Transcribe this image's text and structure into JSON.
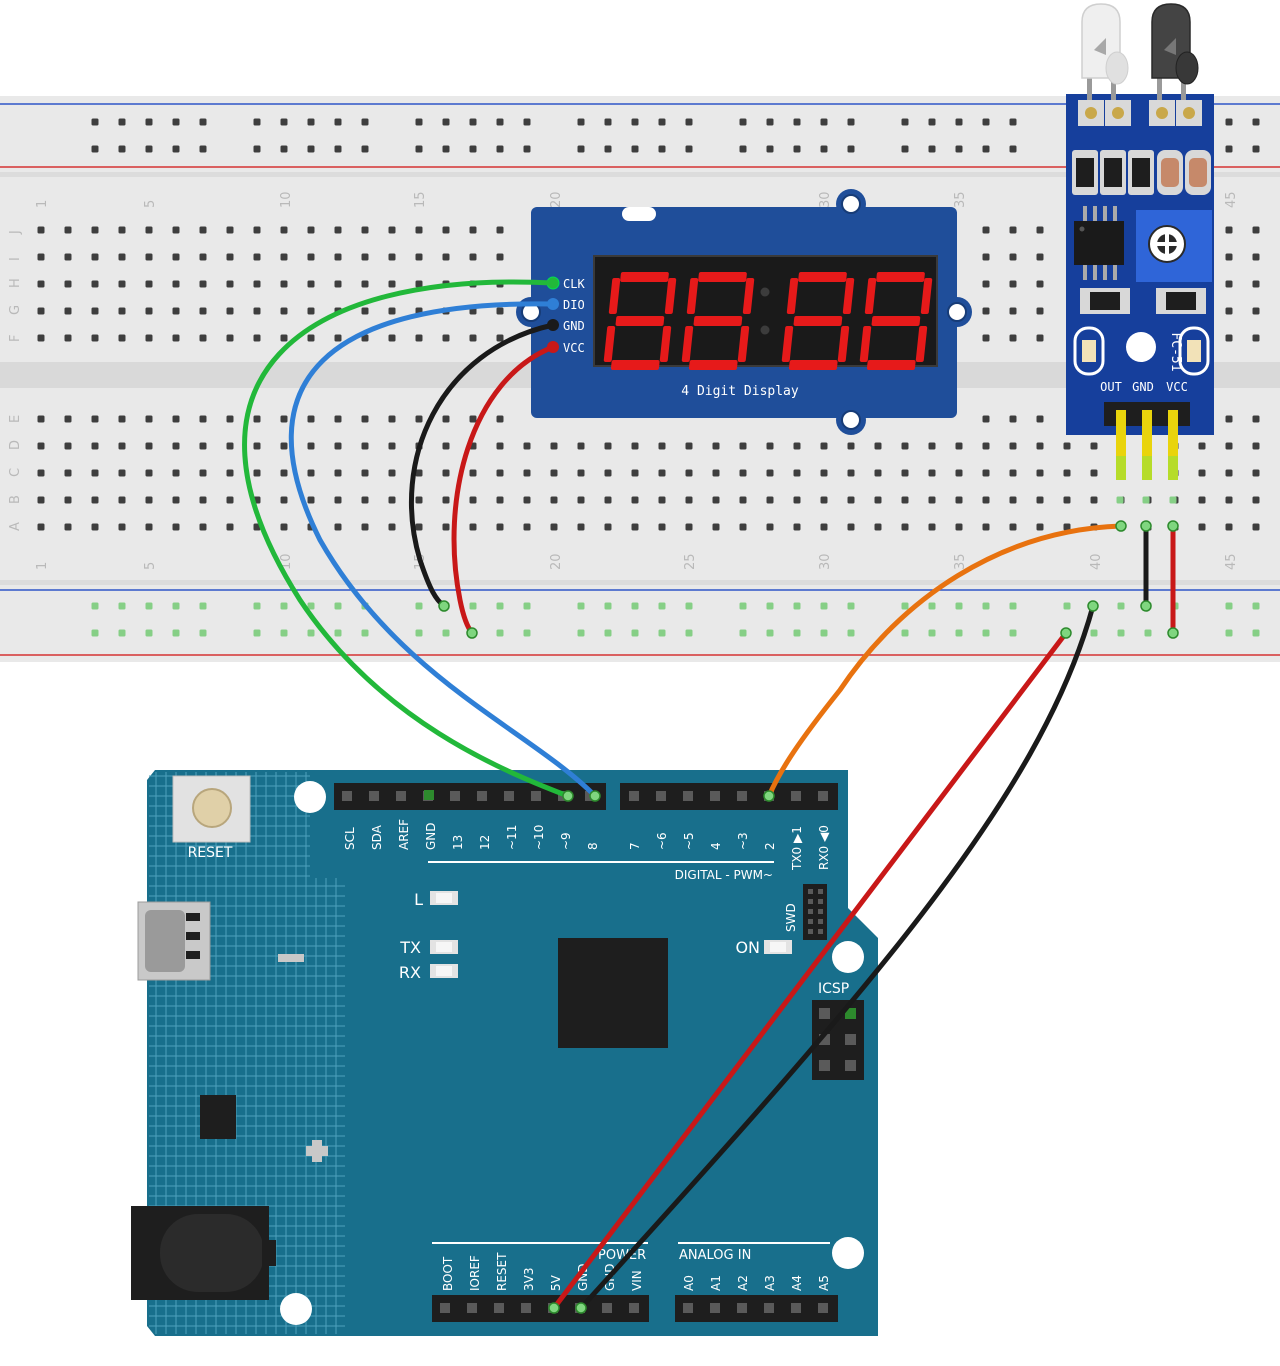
{
  "breadboard": {
    "column_numbers": [
      "1",
      "5",
      "10",
      "15",
      "20",
      "25",
      "30",
      "35",
      "40",
      "45"
    ],
    "row_letters_top": [
      "J",
      "I",
      "H",
      "G",
      "F"
    ],
    "row_letters_bottom": [
      "E",
      "D",
      "C",
      "B",
      "A"
    ],
    "colors": {
      "body": "#e9e9e9",
      "hole": "#3e3e3e",
      "active_hole": "#86cf86",
      "rail_red": "#d53333",
      "rail_blue": "#2f55c8"
    }
  },
  "display_module": {
    "pins": [
      "CLK",
      "DIO",
      "GND",
      "VCC"
    ],
    "caption": "4 Digit Display",
    "color": "#1f4e9a",
    "segment_color": "#e61a1a"
  },
  "sensor_module": {
    "model": "FC-51",
    "pins": [
      "OUT",
      "GND",
      "VCC"
    ],
    "color": "#163f9c"
  },
  "arduino": {
    "color": "#186f8c",
    "reset_label": "RESET",
    "top_header_left": [
      "SCL",
      "SDA",
      "AREF",
      "GND",
      "13",
      "12",
      "~11",
      "~10",
      "~9",
      "8"
    ],
    "top_header_right": [
      "7",
      "~6",
      "~5",
      "4",
      "~3",
      "2",
      "TX0 ▶1",
      "RX0 ◀0"
    ],
    "digital_label": "DIGITAL - PWM~",
    "led_labels": [
      "L",
      "TX",
      "RX"
    ],
    "on_label": "ON",
    "swd_label": "SWD",
    "icsp_label": "ICSP",
    "power_label": "POWER",
    "analog_label": "ANALOG IN",
    "power_pins": [
      "BOOT",
      "IOREF",
      "RESET",
      "3V3",
      "5V",
      "GND",
      "GND",
      "VIN"
    ],
    "analog_pins": [
      "A0",
      "A1",
      "A2",
      "A3",
      "A4",
      "A5"
    ]
  },
  "wires": [
    {
      "name": "clk-wire",
      "color": "#22b83a"
    },
    {
      "name": "dio-wire",
      "color": "#2f7fd6"
    },
    {
      "name": "display-gnd-wire",
      "color": "#1a1a1a"
    },
    {
      "name": "display-vcc-wire",
      "color": "#c81818"
    },
    {
      "name": "sensor-out-wire",
      "color": "#e8720f"
    },
    {
      "name": "sensor-gnd-wire",
      "color": "#1a1a1a"
    },
    {
      "name": "sensor-vcc-wire",
      "color": "#c81818"
    },
    {
      "name": "arduino-5v-wire",
      "color": "#c81818"
    },
    {
      "name": "arduino-gnd-wire",
      "color": "#1a1a1a"
    }
  ]
}
